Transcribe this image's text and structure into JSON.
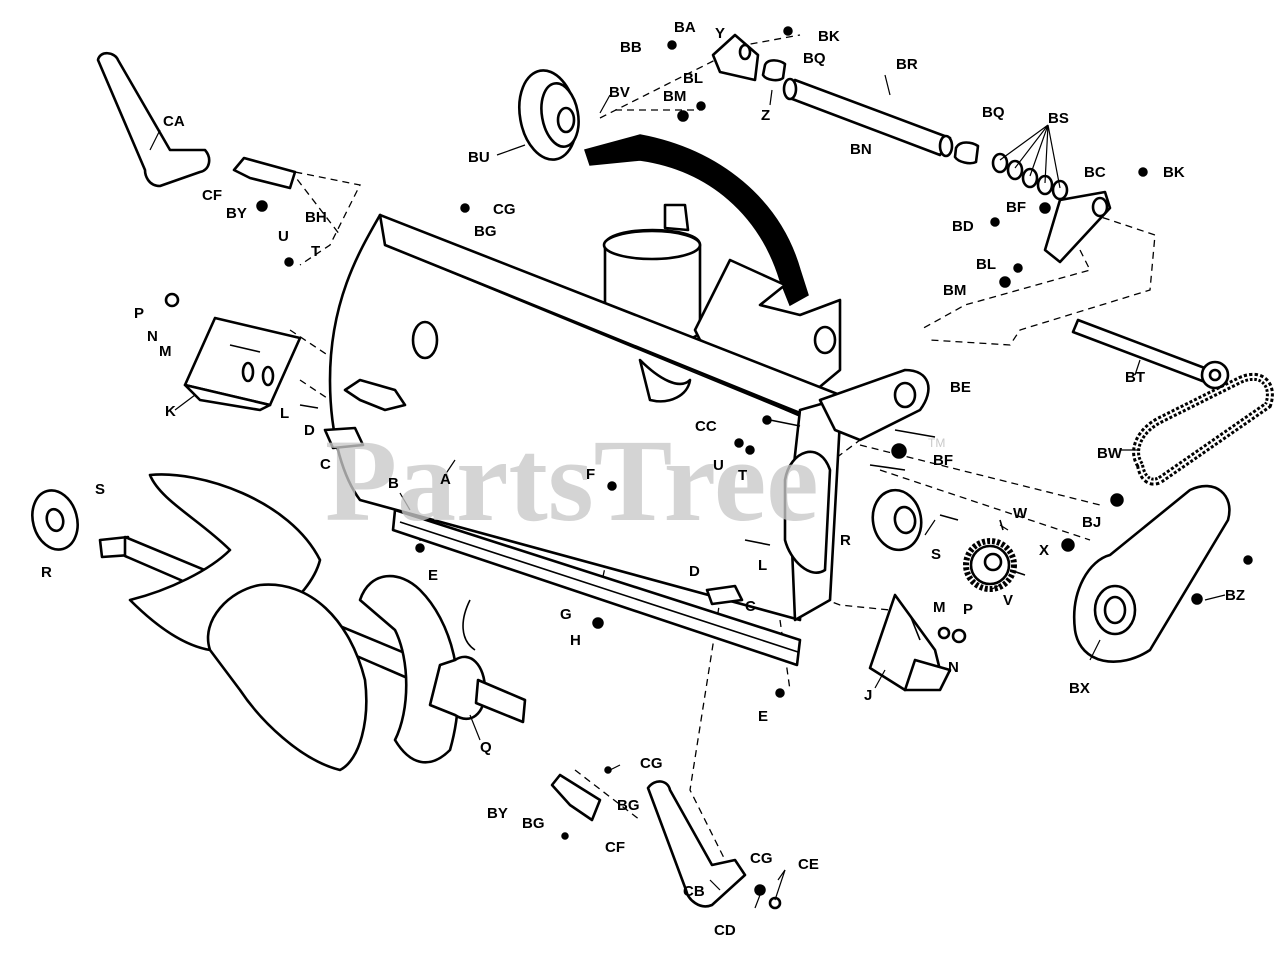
{
  "watermark": {
    "text": "PartsTree",
    "trademark": "TM"
  },
  "labels": {
    "BB": "BB",
    "BA": "BA",
    "Y": "Y",
    "BK": "BK",
    "BQ": "BQ",
    "BL": "BL",
    "BM": "BM",
    "BV": "BV",
    "BU": "BU",
    "Z": "Z",
    "BR": "BR",
    "BN": "BN",
    "BS": "BS",
    "BC": "BC",
    "BF": "BF",
    "BD": "BD",
    "CA": "CA",
    "CF": "CF",
    "BY": "BY",
    "BH": "BH",
    "CG": "CG",
    "BG": "BG",
    "U": "U",
    "T": "T",
    "P": "P",
    "N": "N",
    "M": "M",
    "K": "K",
    "L": "L",
    "D": "D",
    "C": "C",
    "CC": "CC",
    "BE": "BE",
    "BT": "BT",
    "BW": "BW",
    "BJ": "BJ",
    "A": "A",
    "B": "B",
    "F": "F",
    "S": "S",
    "R": "R",
    "E": "E",
    "W": "W",
    "X": "X",
    "V": "V",
    "G": "G",
    "H": "H",
    "J": "J",
    "BX": "BX",
    "BZ": "BZ",
    "Q": "Q",
    "CB": "CB",
    "CD": "CD",
    "CE": "CE"
  }
}
